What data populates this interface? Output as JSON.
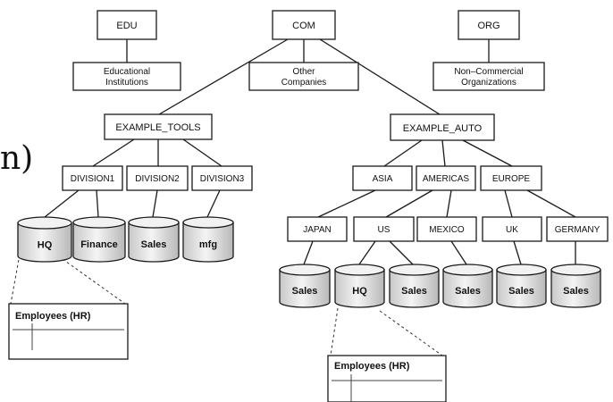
{
  "root_nodes": {
    "edu": "EDU",
    "com": "COM",
    "org": "ORG"
  },
  "root_descriptions": {
    "edu": [
      "Educational",
      "Institutions"
    ],
    "com": [
      "Other",
      "Companies"
    ],
    "org": [
      "Non–Commercial",
      "Organizations"
    ]
  },
  "companies": {
    "tools": "EXAMPLE_TOOLS",
    "auto": "EXAMPLE_AUTO"
  },
  "divisions": {
    "division1": "DIVISION1",
    "division2": "DIVISION2",
    "division3": "DIVISION3"
  },
  "regions": {
    "asia": "ASIA",
    "americas": "AMERICAS",
    "europe": "EUROPE"
  },
  "countries": {
    "japan": "JAPAN",
    "us": "US",
    "mexico": "MEXICO",
    "uk": "UK",
    "germany": "GERMANY"
  },
  "databases": {
    "hq_tools": "HQ",
    "finance": "Finance",
    "sales_tools": "Sales",
    "mfg": "mfg",
    "sales_japan": "Sales",
    "hq_us": "HQ",
    "sales_us": "Sales",
    "sales_mexico": "Sales",
    "sales_uk": "Sales",
    "sales_germany": "Sales"
  },
  "employee_tables": {
    "tools_hq": "Employees (HR)",
    "auto_hq": "Employees (HR)"
  },
  "stray_glyph": "n)"
}
